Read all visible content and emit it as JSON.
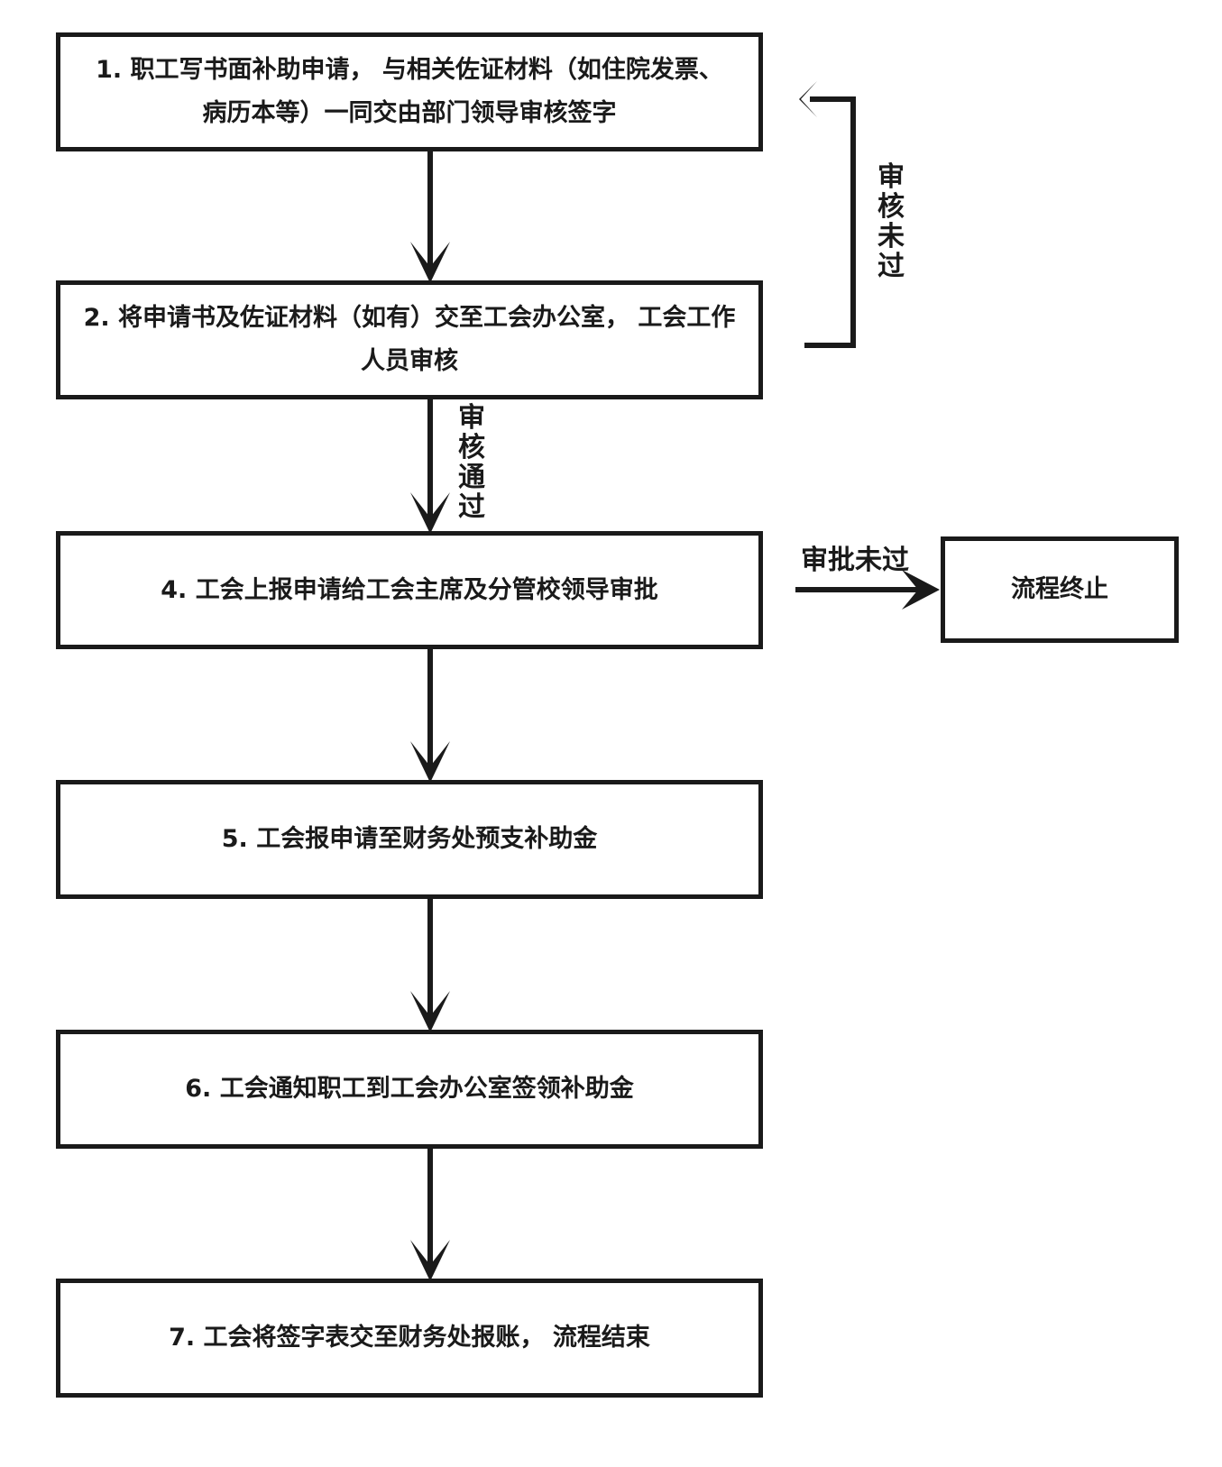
{
  "steps": {
    "s1_line1": "1. 职工写书面补助申请， 与相关佐证材料（如住院发票、",
    "s1_line2": "病历本等）一同交由部门领导审核签字",
    "s2_line1": "2. 将申请书及佐证材料（如有）交至工会办公室， 工会工作",
    "s2_line2": "人员审核",
    "s4": "4. 工会上报申请给工会主席及分管校领导审批",
    "s5": "5. 工会报申请至财务处预支补助金",
    "s6": "6. 工会通知职工到工会办公室签领补助金",
    "s7": "7. 工会将签字表交至财务处报账， 流程结束",
    "terminate": "流程终止"
  },
  "edges": {
    "review_rejected": "审核未过",
    "review_passed": "审核通过",
    "approval_rejected": "审批未过"
  },
  "colors": {
    "stroke": "#1a1a1a",
    "background": "#ffffff"
  }
}
